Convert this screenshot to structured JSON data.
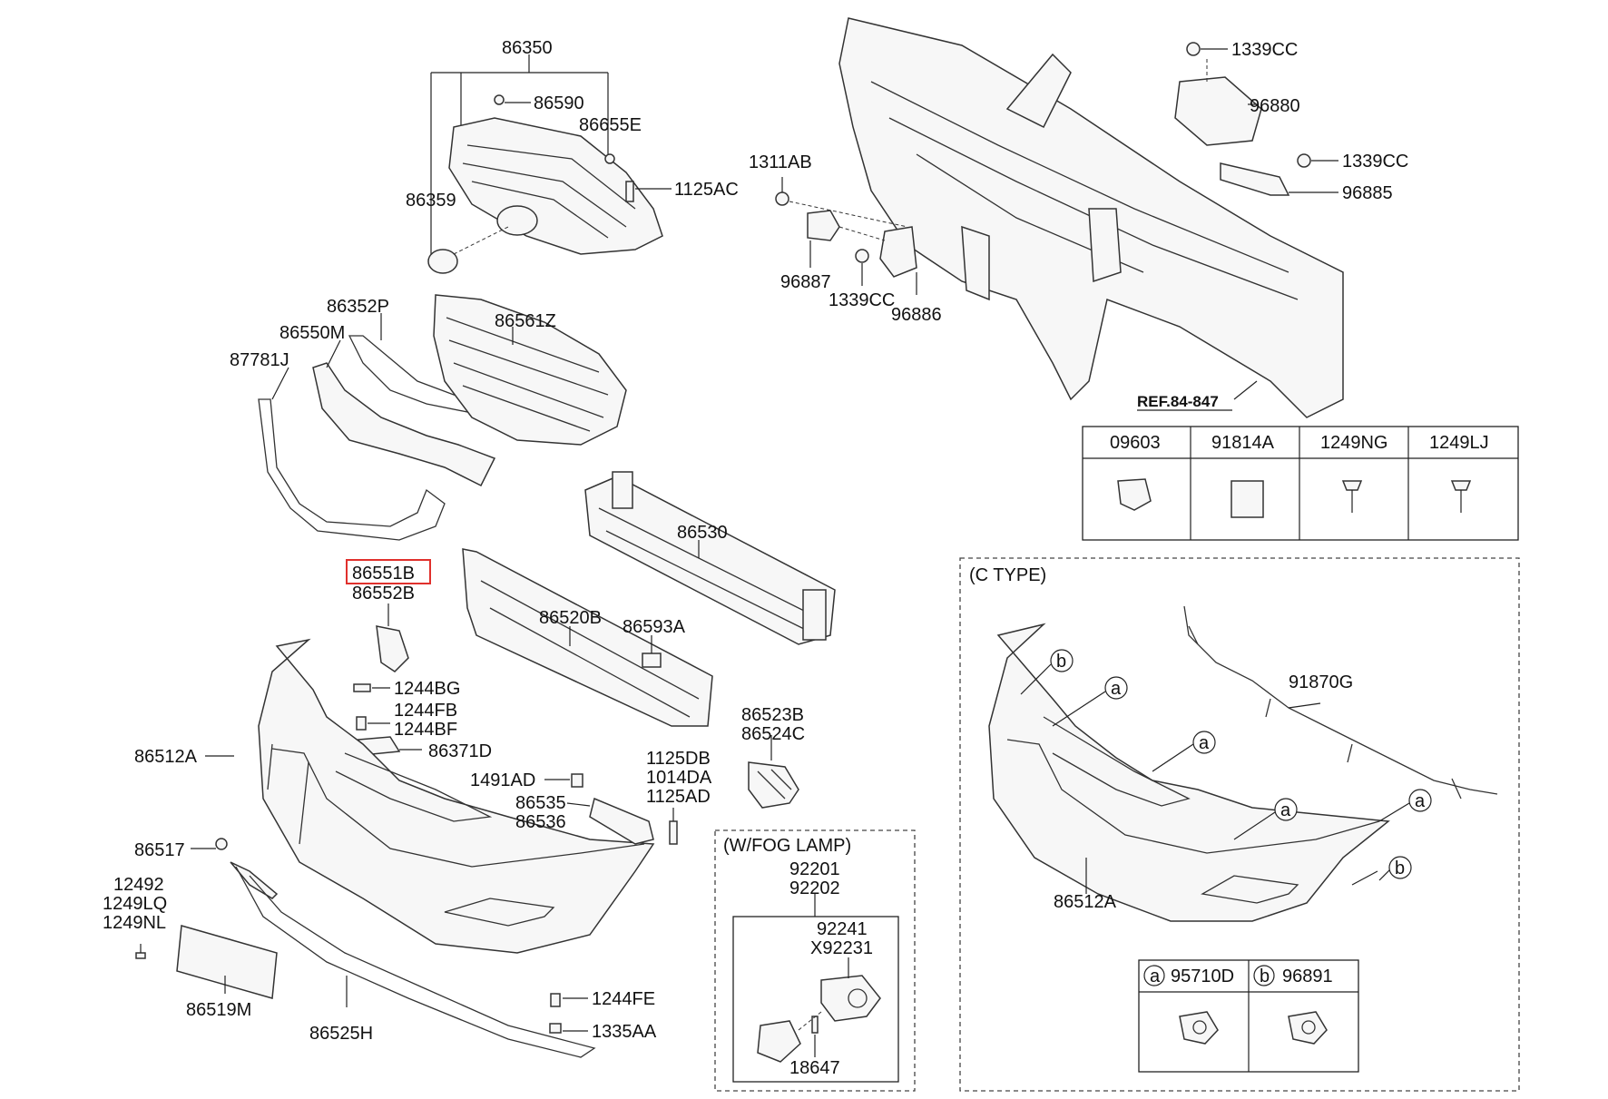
{
  "labels": {
    "l86350": "86350",
    "l86590": "86590",
    "l86655E": "86655E",
    "l86359": "86359",
    "l1125AC": "1125AC",
    "l86352P": "86352P",
    "l86561Z": "86561Z",
    "l86550M": "86550M",
    "l87781J": "87781J",
    "l86530": "86530",
    "l86551B": "86551B",
    "l86552B": "86552B",
    "l86520B": "86520B",
    "l86593A": "86593A",
    "l1244BG": "1244BG",
    "l1244FB": "1244FB",
    "l1244BF": "1244BF",
    "l86371D": "86371D",
    "l86512A": "86512A",
    "l1491AD": "1491AD",
    "l1125DB": "1125DB",
    "l1014DA": "1014DA",
    "l1125AD": "1125AD",
    "l86535": "86535",
    "l86536": "86536",
    "l86523B": "86523B",
    "l86524C": "86524C",
    "l86517": "86517",
    "l12492": "12492",
    "l1249LQ": "1249LQ",
    "l1249NL": "1249NL",
    "l86519M": "86519M",
    "l86525H": "86525H",
    "l1244FE": "1244FE",
    "l1335AA": "1335AA",
    "l1311AB": "1311AB",
    "l96887": "96887",
    "l1339CC_a": "1339CC",
    "l96886": "96886",
    "l1339CC_b": "1339CC",
    "l96880": "96880",
    "l1339CC_c": "1339CC",
    "l96885": "96885",
    "ref": "REF.84-847"
  },
  "fastener_table": {
    "headers": [
      "09603",
      "91814A",
      "1249NG",
      "1249LJ"
    ]
  },
  "fog_lamp": {
    "title": "(W/FOG LAMP)",
    "l92201": "92201",
    "l92202": "92202",
    "l92241": "92241",
    "lX92231": "X92231",
    "l18647": "18647"
  },
  "c_type": {
    "title": "(C TYPE)",
    "l91870G": "91870G",
    "l86512A": "86512A",
    "callout_a": "a",
    "callout_b": "b",
    "legend": [
      {
        "key": "a",
        "part": "95710D"
      },
      {
        "key": "b",
        "part": "96891"
      }
    ]
  },
  "highlight": "86551B"
}
